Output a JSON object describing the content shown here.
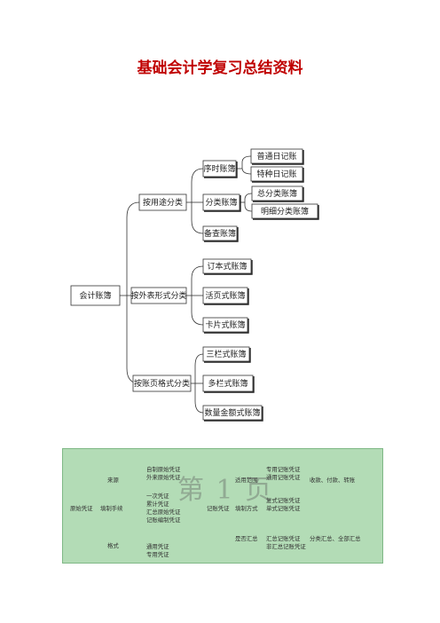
{
  "title": "基础会计学复习总结资料",
  "tree": {
    "root": "会计账簿",
    "branches": [
      {
        "label": "按用途分类",
        "children": [
          {
            "label": "序时账簿",
            "children": [
              "普通日记账",
              "特种日记账"
            ]
          },
          {
            "label": "分类账簿",
            "children": [
              "总分类账簿",
              "明细分类账簿"
            ]
          },
          {
            "label": "备查账簿",
            "children": []
          }
        ]
      },
      {
        "label": "按外表形式分类",
        "children": [
          {
            "label": "订本式账簿",
            "children": []
          },
          {
            "label": "活页式账簿",
            "children": []
          },
          {
            "label": "卡片式账簿",
            "children": []
          }
        ]
      },
      {
        "label": "按账页格式分类",
        "children": [
          {
            "label": "三栏式账簿",
            "children": []
          },
          {
            "label": "多栏式账簿",
            "children": []
          },
          {
            "label": "数量金额式账簿",
            "children": []
          }
        ]
      }
    ]
  },
  "table": {
    "left": {
      "source_label": "来源",
      "source_items": [
        "自制原始凭证",
        "外来原始凭证"
      ],
      "main_label": "原始凭证",
      "fill_label": "填制手续",
      "fill_items": [
        "一次凭证",
        "累计凭证",
        "汇总原始凭证",
        "记账编制凭证"
      ],
      "format_label": "格式",
      "format_items": [
        "通用凭证",
        "专用凭证"
      ]
    },
    "right": {
      "scope_label": "适用范围",
      "scope_items": [
        "专用记账凭证",
        "通用记账凭证"
      ],
      "scope_types": "收款、付款、转账",
      "main_label": "记账凭证",
      "fill_label": "填制方式",
      "fill_items": [
        "复式记账凭证",
        "单式记账凭证"
      ],
      "summary_label": "是否汇总",
      "summary_items": [
        "汇总记账凭证",
        "非汇总记账凭证"
      ],
      "summary_types": "分类汇总、全部汇总"
    }
  },
  "watermark": "第 1 页"
}
